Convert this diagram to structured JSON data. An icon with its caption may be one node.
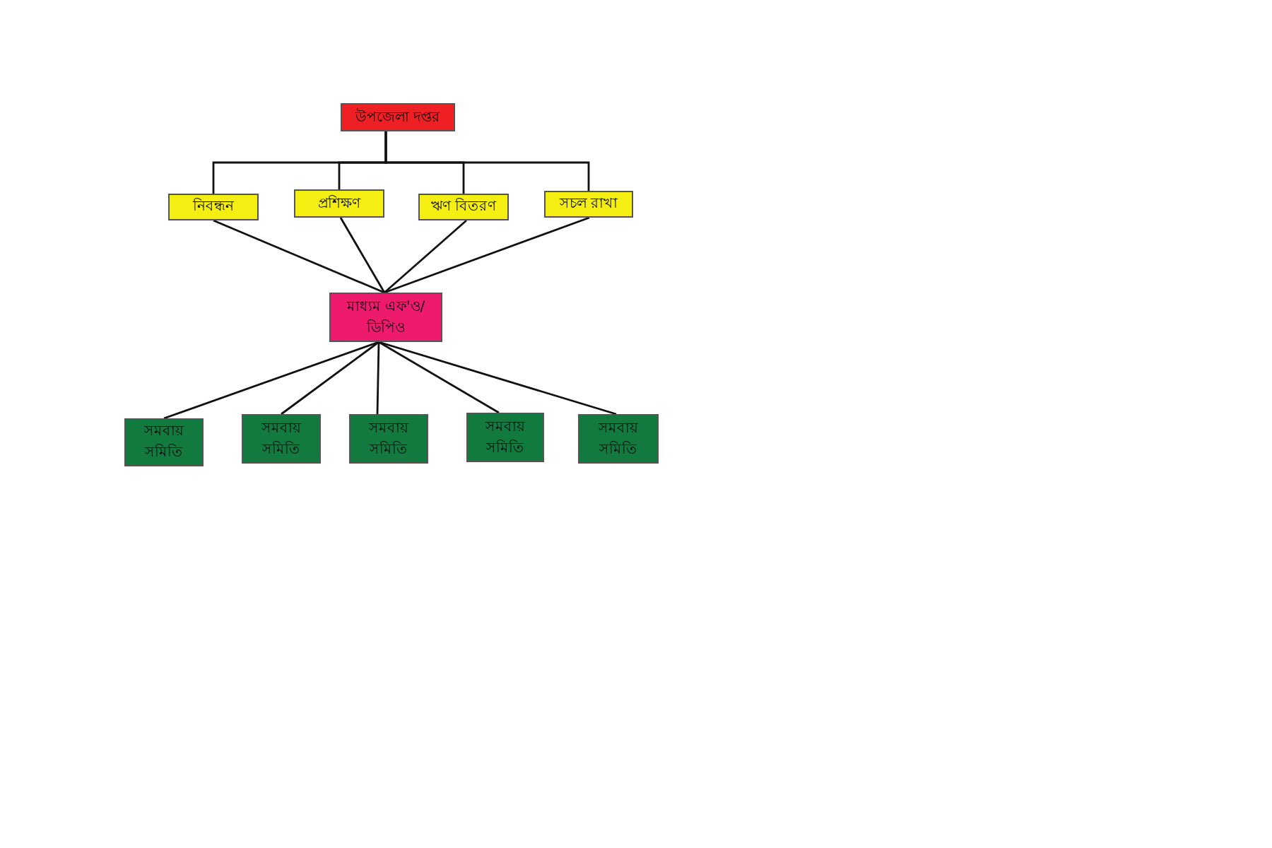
{
  "diagram": {
    "nodes": [
      {
        "text": [
          "উপজেলা দপ্তর"
        ]
      },
      {
        "text": [
          "নিবন্ধন"
        ]
      },
      {
        "text": [
          "প্রশিক্ষণ"
        ]
      },
      {
        "text": [
          "ঋণ বিতরণ"
        ]
      },
      {
        "text": [
          "সচল রাখা"
        ]
      },
      {
        "text": [
          "মাধ্যম এফ'ও/ ডিপিও"
        ]
      },
      {
        "text": [
          "সমবায় সমিতি"
        ]
      },
      {
        "text": [
          "সমবায় সমিতি"
        ]
      },
      {
        "text": [
          "সমবায় সমিতি"
        ]
      },
      {
        "text": [
          "সমবায় সমিতি"
        ]
      },
      {
        "text": [
          "সমবায় সমিতি"
        ]
      }
    ],
    "edges": [
      {
        "from": 0,
        "to": 1,
        "arrow": "none"
      },
      {
        "from": 0,
        "to": 2,
        "arrow": "none"
      },
      {
        "from": 0,
        "to": 3,
        "arrow": "none"
      },
      {
        "from": 0,
        "to": 4,
        "arrow": "none"
      },
      {
        "from": 1,
        "to": 5,
        "arrow": "none"
      },
      {
        "from": 2,
        "to": 5,
        "arrow": "none"
      },
      {
        "from": 3,
        "to": 5,
        "arrow": "none"
      },
      {
        "from": 4,
        "to": 5,
        "arrow": "none"
      },
      {
        "from": 5,
        "to": 6,
        "arrow": "none"
      },
      {
        "from": 5,
        "to": 7,
        "arrow": "none"
      },
      {
        "from": 5,
        "to": 8,
        "arrow": "none"
      },
      {
        "from": 5,
        "to": 9,
        "arrow": "none"
      },
      {
        "from": 5,
        "to": 10,
        "arrow": "none"
      }
    ]
  }
}
